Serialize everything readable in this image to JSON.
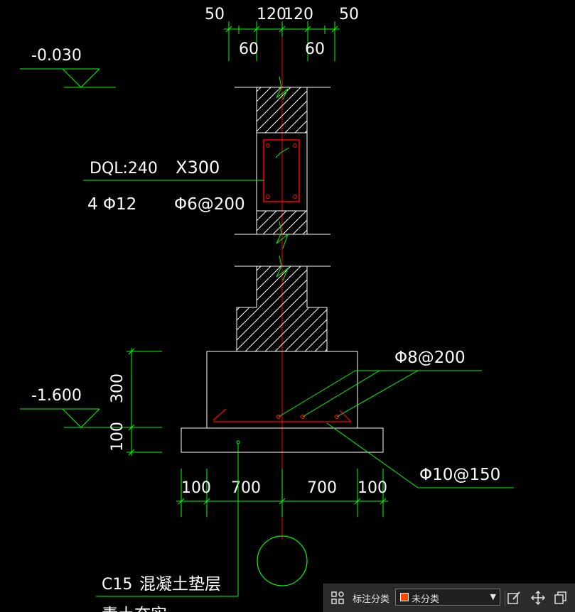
{
  "drawing": {
    "dims": {
      "top": [
        "50",
        "120",
        "120",
        "50"
      ],
      "top_sub": [
        "60",
        "60"
      ],
      "bottom": [
        "100",
        "700",
        "700",
        "100"
      ],
      "vertical": [
        "300",
        "100"
      ]
    },
    "elevations": {
      "upper": "-0.030",
      "lower": "-1.600"
    },
    "beam": {
      "label_1": "DQL:240",
      "label_2": "X300",
      "rebar_main": "4 Φ12",
      "rebar_stirrup": "Φ6@200"
    },
    "rebar_callouts": {
      "top": "Φ8@200",
      "bottom": "Φ10@150"
    },
    "cushion": {
      "label_1": "C15",
      "label_2": "混凝土垫层",
      "label_cut": "素土夯实"
    }
  },
  "toolbar": {
    "label": "标注分类",
    "selected": "未分类",
    "swatch_color": "#ff4a00"
  },
  "colors": {
    "background": "#000000",
    "line_white": "#ffffff",
    "line_green": "#00ff00",
    "line_red": "#ff0000"
  }
}
